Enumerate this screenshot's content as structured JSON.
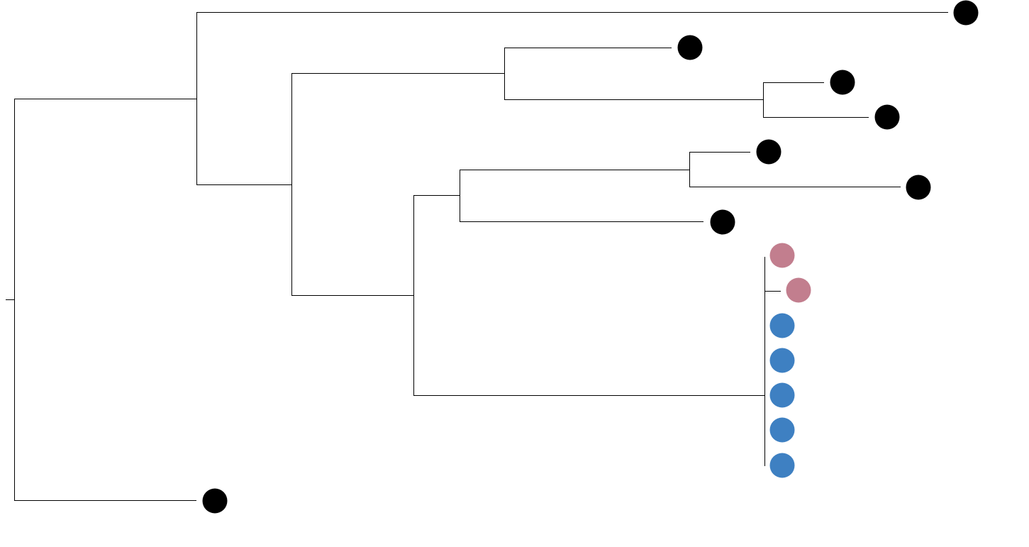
{
  "diagram": {
    "type": "phylogenetic-tree",
    "colors": {
      "branch": "#000000",
      "tip_default": "#000000",
      "tip_pink": "#c27e8e",
      "tip_blue": "#3e80c2",
      "background": "#ffffff"
    },
    "tips": [
      {
        "id": "tip-1",
        "group": "default"
      },
      {
        "id": "tip-2",
        "group": "default"
      },
      {
        "id": "tip-3",
        "group": "default"
      },
      {
        "id": "tip-4",
        "group": "default"
      },
      {
        "id": "tip-5",
        "group": "default"
      },
      {
        "id": "tip-6",
        "group": "default"
      },
      {
        "id": "tip-7",
        "group": "default"
      },
      {
        "id": "tip-8",
        "group": "pink"
      },
      {
        "id": "tip-9",
        "group": "pink"
      },
      {
        "id": "tip-10",
        "group": "blue"
      },
      {
        "id": "tip-11",
        "group": "blue"
      },
      {
        "id": "tip-12",
        "group": "blue"
      },
      {
        "id": "tip-13",
        "group": "blue"
      },
      {
        "id": "tip-14",
        "group": "blue"
      },
      {
        "id": "tip-15",
        "group": "default"
      }
    ]
  }
}
